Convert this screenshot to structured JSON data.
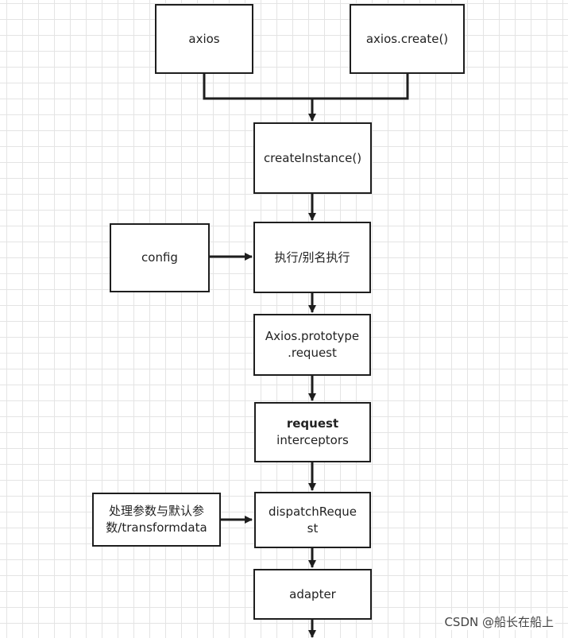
{
  "nodes": {
    "axios": {
      "label": "axios"
    },
    "axios_create": {
      "label": "axios.create()"
    },
    "create_instance": {
      "label": "createInstance()"
    },
    "config": {
      "label": "config"
    },
    "execute": {
      "label": "执行/别名执行"
    },
    "axios_request": {
      "line1": "Axios.prototype",
      "line2": ".request"
    },
    "request_interceptors": {
      "line1": "request",
      "line2": "interceptors"
    },
    "process_params": {
      "line1": "处理参数与默认参",
      "line2": "数/transformdata"
    },
    "dispatch_request": {
      "line1": "dispatchReque",
      "line2": "st"
    },
    "adapter": {
      "label": "adapter"
    }
  },
  "watermark": "CSDN @船长在船上",
  "colors": {
    "stroke": "#1e1e1e",
    "grid": "#e4e4e4",
    "background": "#ffffff"
  }
}
